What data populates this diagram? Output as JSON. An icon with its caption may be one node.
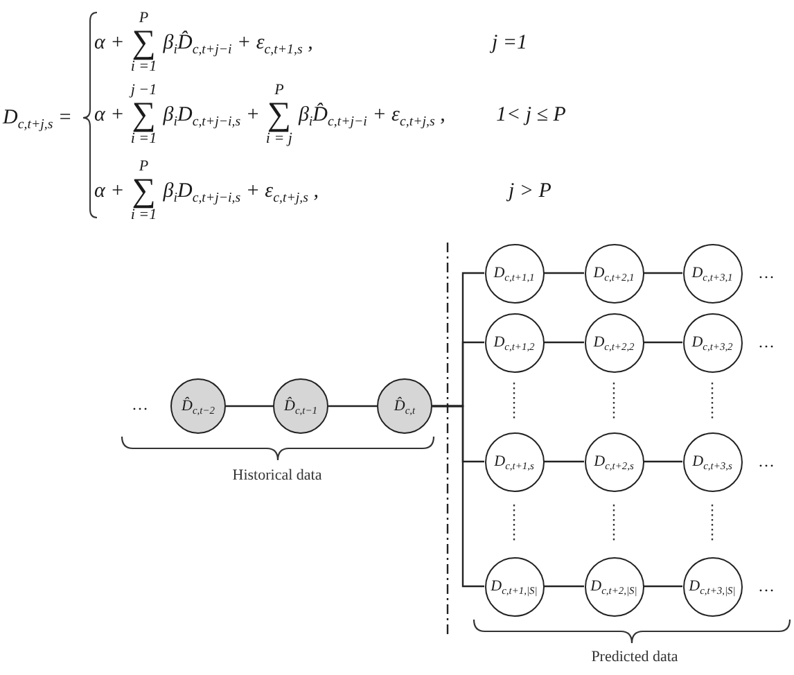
{
  "diagram": {
    "nodes": [
      {
        "text": [
          "D̂$_{c,t−2}$"
        ]
      },
      {
        "text": [
          "D̂$_{c,t−1}$"
        ]
      },
      {
        "text": [
          "D̂$_{c,t}$"
        ]
      },
      {
        "text": [
          "D$_{c,t+1,1}$"
        ]
      },
      {
        "text": [
          "D$_{c,t+2,1}$"
        ]
      },
      {
        "text": [
          "D$_{c,t+3,1}$"
        ]
      },
      {
        "text": [
          "D$_{c,t+1,2}$"
        ]
      },
      {
        "text": [
          "D$_{c,t+2,2}$"
        ]
      },
      {
        "text": [
          "D$_{c,t+3,2}$"
        ]
      },
      {
        "text": [
          "D$_{c,t+1,s}$"
        ]
      },
      {
        "text": [
          "D$_{c,t+2,s}$"
        ]
      },
      {
        "text": [
          "D$_{c,t+3,s}$"
        ]
      },
      {
        "text": [
          "D$_{c,t+1,|S|}$"
        ]
      },
      {
        "text": [
          "D$_{c,t+2,|S|}$"
        ]
      },
      {
        "text": [
          "D$_{c,t+3,|S|}$"
        ]
      }
    ],
    "edges": [
      {
        "from": 0,
        "to": 1,
        "arrow": "none"
      },
      {
        "from": 1,
        "to": 2,
        "arrow": "none"
      },
      {
        "from": 2,
        "to": 3,
        "arrow": "none"
      },
      {
        "from": 2,
        "to": 6,
        "arrow": "none"
      },
      {
        "from": 2,
        "to": 9,
        "arrow": "none"
      },
      {
        "from": 2,
        "to": 12,
        "arrow": "none"
      },
      {
        "from": 3,
        "to": 4,
        "arrow": "none"
      },
      {
        "from": 4,
        "to": 5,
        "arrow": "none"
      },
      {
        "from": 6,
        "to": 7,
        "arrow": "none"
      },
      {
        "from": 7,
        "to": 8,
        "arrow": "none"
      },
      {
        "from": 9,
        "to": 10,
        "arrow": "none"
      },
      {
        "from": 10,
        "to": 11,
        "arrow": "none"
      },
      {
        "from": 12,
        "to": 13,
        "arrow": "none"
      },
      {
        "from": 13,
        "to": 14,
        "arrow": "none"
      }
    ],
    "labels": [
      "D$_{c,t+j,s}$ =",
      "α +",
      "P",
      "∑",
      "i =1",
      "β$_{i}$D̂$_{c,t+j−i}$ + ε$_{c,t+1,s}$ ,",
      "j =1",
      "α +",
      "j −1",
      "∑",
      "i =1",
      "β$_{i}$D$_{c,t+j−i,s}$ +",
      "P",
      "∑",
      "i = j",
      "β$_{i}$D̂$_{c,t+j−i}$ + ε$_{c,t+j,s}$ ,",
      "1< j ≤ P",
      "α +",
      "P",
      "∑",
      "i =1",
      "β$_{i}$D$_{c,t+j−i,s}$ + ε$_{c,t+j,s}$ ,",
      "j > P",
      "…",
      "…",
      "…",
      "…",
      "Historical data",
      "…",
      "Predicted data"
    ]
  }
}
